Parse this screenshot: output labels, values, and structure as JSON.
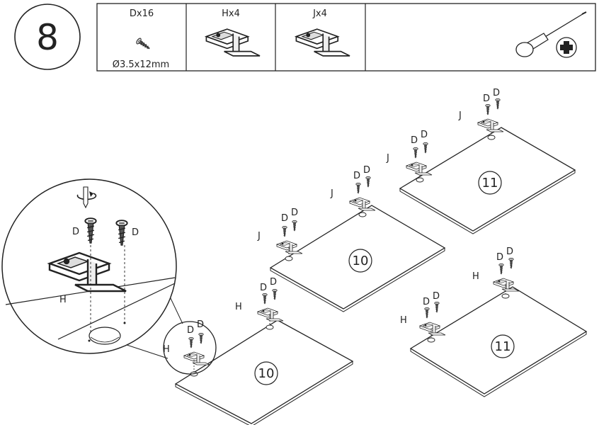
{
  "step": {
    "number": "8"
  },
  "parts": [
    {
      "code": "Dx16",
      "size": "Ø3.5x12mm",
      "icon": "screw-icon"
    },
    {
      "code": "Hx4",
      "icon": "hinge-h-icon"
    },
    {
      "code": "Jx4",
      "icon": "hinge-j-icon"
    }
  ],
  "tool": {
    "icon": "phillips-screwdriver-icon"
  },
  "callouts": {
    "screw": "D",
    "hinge_h": "H",
    "hinge_j": "J"
  },
  "panels": [
    {
      "number": "10",
      "hinge": "H"
    },
    {
      "number": "10",
      "hinge": "J"
    },
    {
      "number": "11",
      "hinge": "J"
    },
    {
      "number": "11",
      "hinge": "H"
    }
  ],
  "detail": {
    "screw_left": "D",
    "screw_right": "D",
    "hinge": "H"
  }
}
